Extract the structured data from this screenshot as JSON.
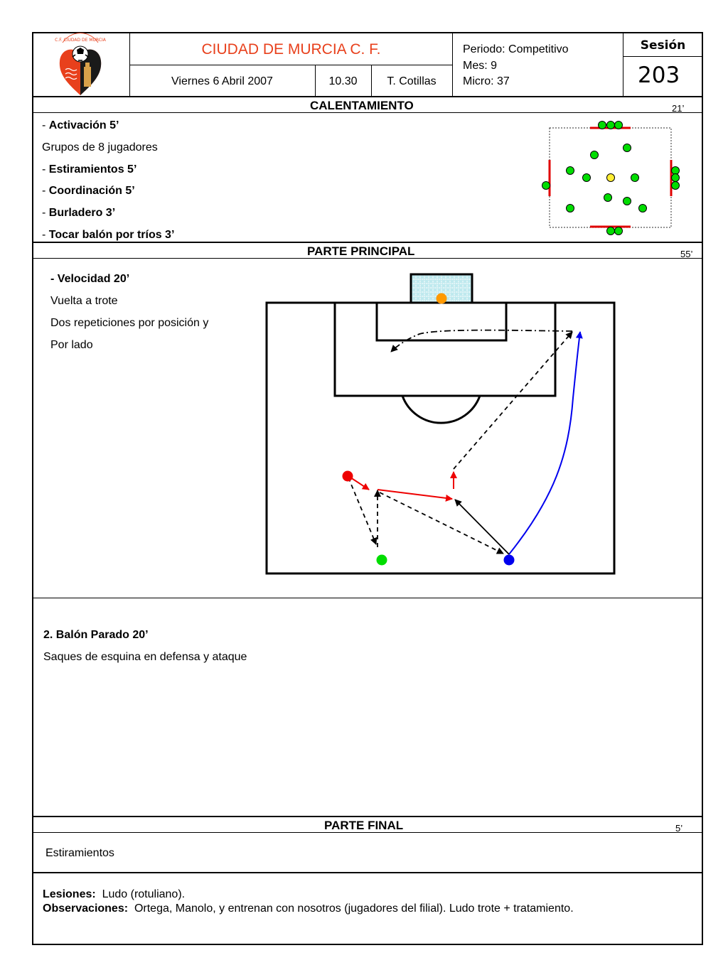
{
  "header": {
    "club_name": "CIUDAD DE MURCIA C. F.",
    "date": "Viernes 6 Abril  2007",
    "time": "10.30",
    "coach": "T. Cotillas",
    "periodo": "Periodo: Competitivo",
    "mes": "Mes: 9",
    "micro": "Micro: 37",
    "sesion_label": "Sesión",
    "sesion_number": "203",
    "logo_lettering": "C.F. CIUDAD DE MURCIA"
  },
  "calentamiento": {
    "title": "CALENTAMIENTO",
    "minutes": "21’",
    "items": [
      {
        "prefix": "- ",
        "label": "Activación   5’"
      },
      {
        "prefix": "",
        "label": "Grupos de 8 jugadores"
      },
      {
        "prefix": "- ",
        "label": "Estiramientos 5’"
      },
      {
        "prefix": "- ",
        "label": "Coordinación 5’"
      },
      {
        "prefix": "- ",
        "label": "Burladero 3’"
      },
      {
        "prefix": "- ",
        "label": "Tocar balón por tríos 3’"
      }
    ]
  },
  "principal": {
    "title": "PARTE PRINCIPAL",
    "minutes": "55’",
    "exercise1": {
      "title": "- Velocidad  20’",
      "lines": [
        "Vuelta a trote",
        "Dos repeticiones por posición y",
        "Por lado"
      ]
    },
    "exercise2": {
      "title": "2. Balón Parado  20’",
      "lines": [
        "Saques de esquina en defensa y ataque"
      ]
    }
  },
  "final": {
    "title": "PARTE FINAL",
    "minutes": "5’",
    "text": "Estiramientos"
  },
  "footer": {
    "lesiones_label": "Lesiones:",
    "lesiones_text": "Ludo (rotuliano).",
    "observaciones_label": "Observaciones:",
    "observaciones_text": "Ortega, Manolo,  y entrenan con nosotros (jugadores del filial). Ludo trote + tratamiento."
  },
  "colors": {
    "club_red": "#e8401c",
    "player_green": "#00dd00",
    "player_yellow": "#ffee33",
    "player_red": "#ee0000",
    "player_blue": "#0000ee",
    "player_orange": "#ff9900",
    "goal_net": "#bfe9ee"
  }
}
